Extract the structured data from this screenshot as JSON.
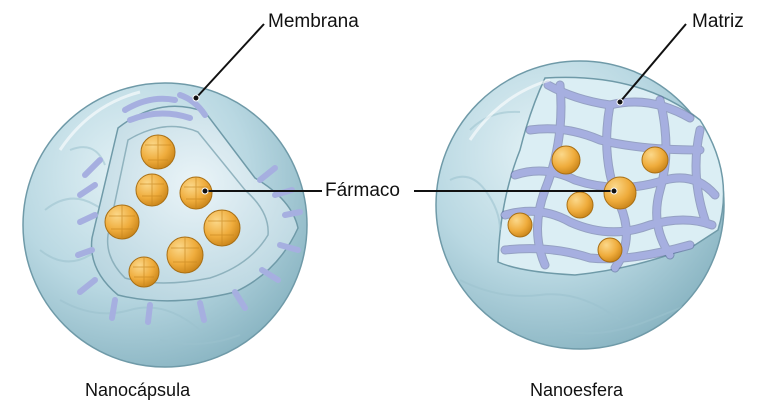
{
  "labels": {
    "membrana": "Membrana",
    "matriz": "Matriz",
    "farmaco": "Fármaco",
    "nanocapsula": "Nanocápsula",
    "nanoesfera": "Nanoesfera"
  },
  "colors": {
    "shell": "#b8d8e2",
    "shell_edge": "#6f9aa8",
    "polymer": "#a6afe0",
    "polymer_edge": "#5c649c",
    "drug": "#f0b347",
    "drug_edge": "#a86f14",
    "leader": "#111111"
  }
}
